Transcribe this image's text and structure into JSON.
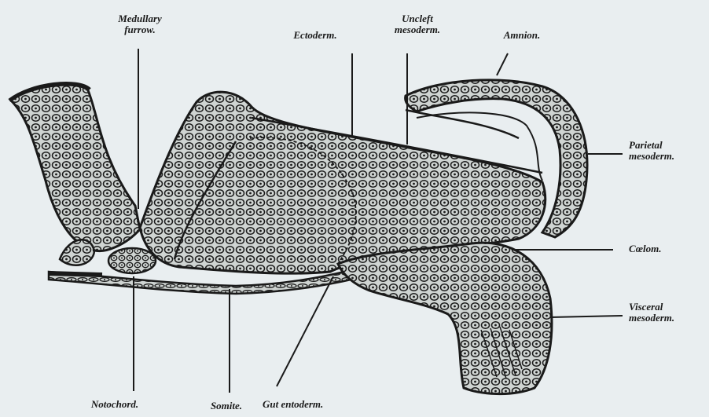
{
  "figure": {
    "labels": {
      "medullary_furrow": [
        "Medullary",
        "furrow."
      ],
      "ectoderm": "Ectoderm.",
      "uncleft_mesoderm": [
        "Uncleft",
        "mesoderm."
      ],
      "amnion": "Amnion.",
      "parietal_mesoderm": [
        "Parietal",
        "mesoderm."
      ],
      "coelom": "Cœlom.",
      "visceral_mesoderm": [
        "Visceral",
        "mesoderm."
      ],
      "notochord": "Notochord.",
      "somite": "Somite.",
      "gut_entoderm": "Gut entoderm."
    },
    "colors": {
      "paper": "#e9eef0",
      "ink": "#1a1a1a",
      "tissue": "#cfd4d2"
    }
  }
}
